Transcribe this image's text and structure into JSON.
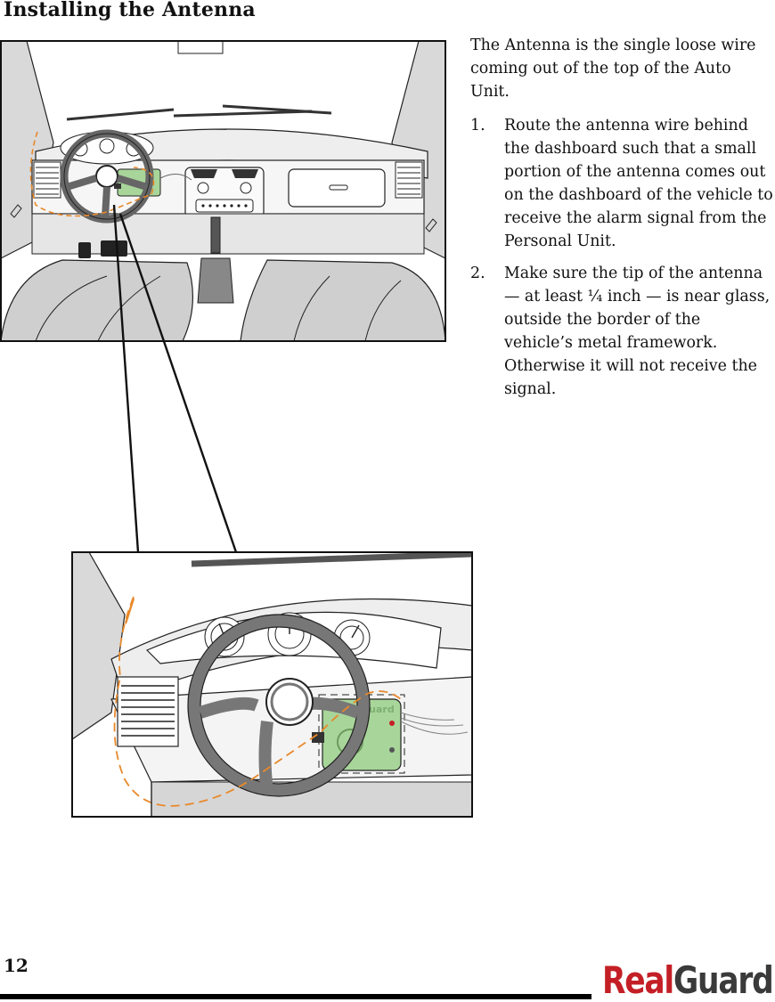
{
  "page": {
    "title": "Installing the Antenna",
    "intro": "The Antenna is the single loose wire coming out of the top of the Auto Unit.",
    "steps": [
      {
        "num": "1.",
        "text": "Route the antenna wire behind the dashboard such that a small portion of the antenna comes out on the dashboard of the vehicle to receive the alarm signal from the Personal Unit."
      },
      {
        "num": "2.",
        "text": "Make sure the tip of the antenna — at least ¼ inch — is near glass, outside the border of the vehicle’s metal framework. Otherwise it will not receive the signal."
      }
    ],
    "page_number": "12"
  },
  "illustration": {
    "unit_label": "RealGuard"
  },
  "brand": {
    "logo_part1": "Real",
    "logo_part2": "Guard",
    "logo_red": "#c41f26",
    "logo_dark": "#3a3a3a"
  },
  "colors": {
    "antenna_path": "#e8892b",
    "unit_green": "#a8d59a",
    "interior_gray": "#d9d9d9"
  }
}
